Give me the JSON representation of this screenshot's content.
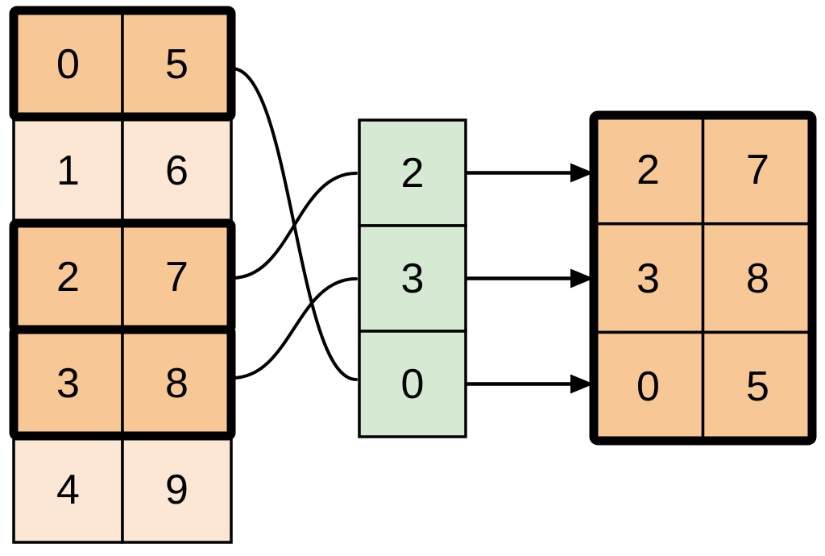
{
  "colors": {
    "highlight_fill": "#f7c795",
    "muted_fill": "#fbe7d3",
    "index_fill": "#d6e9d3",
    "line": "#000000",
    "background": "#ffffff"
  },
  "input_table": {
    "rows": [
      {
        "cells": [
          "0",
          "5"
        ],
        "highlighted": true
      },
      {
        "cells": [
          "1",
          "6"
        ],
        "highlighted": false
      },
      {
        "cells": [
          "2",
          "7"
        ],
        "highlighted": true
      },
      {
        "cells": [
          "3",
          "8"
        ],
        "highlighted": true
      },
      {
        "cells": [
          "4",
          "9"
        ],
        "highlighted": false
      }
    ]
  },
  "index_column": {
    "cells": [
      "2",
      "3",
      "0"
    ]
  },
  "output_table": {
    "rows": [
      {
        "cells": [
          "2",
          "7"
        ]
      },
      {
        "cells": [
          "3",
          "8"
        ]
      },
      {
        "cells": [
          "0",
          "5"
        ]
      }
    ]
  },
  "connections": {
    "curved_links": [
      {
        "from_input_row": 0,
        "to_index_cell": "0"
      },
      {
        "from_input_row": 2,
        "to_index_cell": "2"
      },
      {
        "from_input_row": 3,
        "to_index_cell": "3"
      }
    ],
    "arrows": [
      {
        "from_index_cell": "2",
        "to_output_row": 0
      },
      {
        "from_index_cell": "3",
        "to_output_row": 1
      },
      {
        "from_index_cell": "0",
        "to_output_row": 2
      }
    ]
  }
}
